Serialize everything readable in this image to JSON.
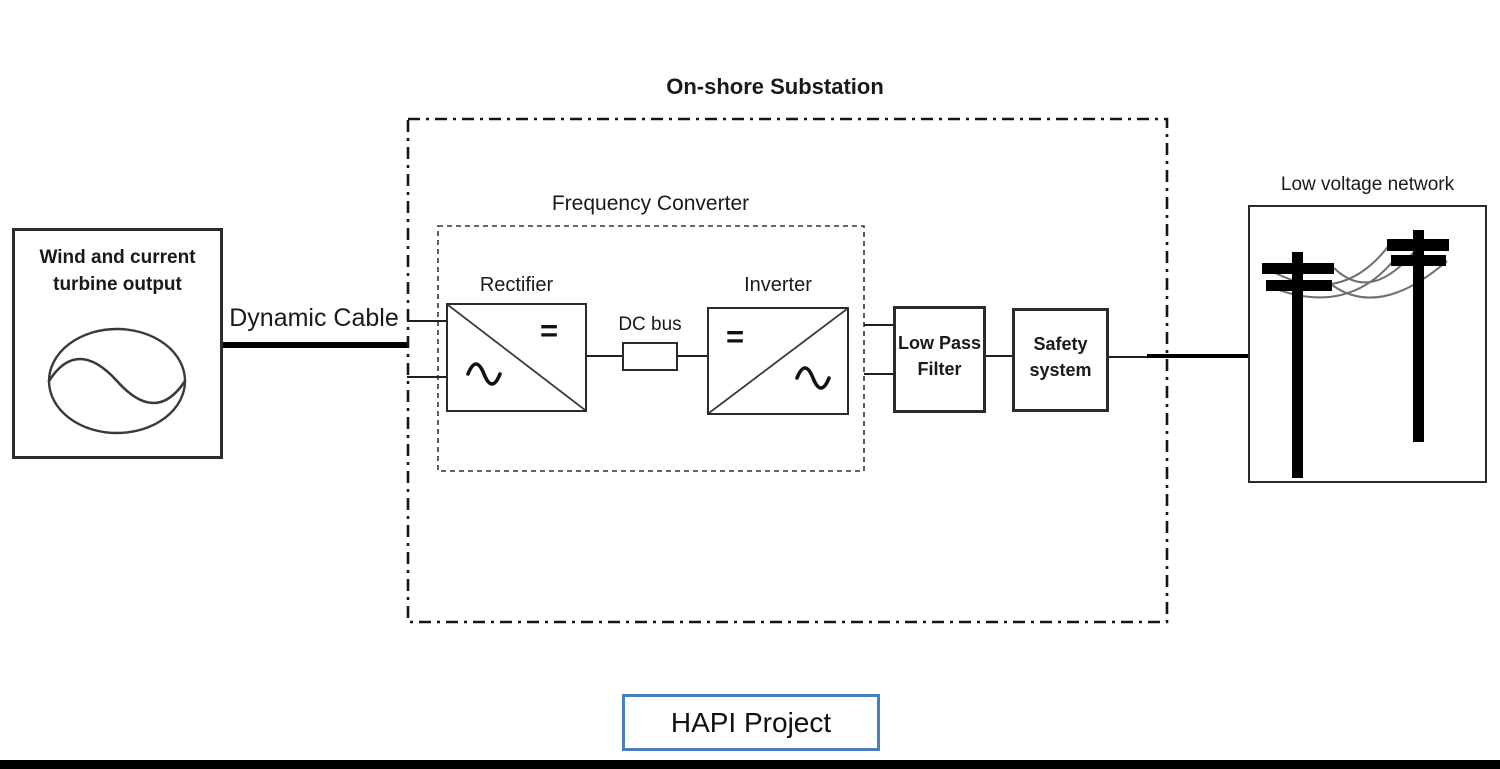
{
  "colors": {
    "line": "#1f1f1f",
    "box_border": "#2b2b2b",
    "wire_gray": "#6f6f6f",
    "hapi_border": "#4a7fbc",
    "footer_bar": "#000000"
  },
  "substation": {
    "title": "On-shore Substation"
  },
  "turbine": {
    "label": "Wind and current\nturbine output",
    "icon": "ac-source-icon"
  },
  "cable": {
    "label": "Dynamic Cable"
  },
  "frequency_converter": {
    "label": "Frequency Converter",
    "rectifier": {
      "label": "Rectifier",
      "dc_symbol": "=",
      "ac_symbol_icon": "sine-wave-icon"
    },
    "dc_bus": {
      "label": "DC bus"
    },
    "inverter": {
      "label": "Inverter",
      "dc_symbol": "=",
      "ac_symbol_icon": "sine-wave-icon"
    }
  },
  "low_pass_filter": {
    "label": "Low Pass\nFilter"
  },
  "safety_system": {
    "label": "Safety\nsystem"
  },
  "low_voltage_network": {
    "label": "Low voltage network",
    "icon": "power-poles-icon"
  },
  "footer": {
    "project_label": "HAPI Project"
  }
}
